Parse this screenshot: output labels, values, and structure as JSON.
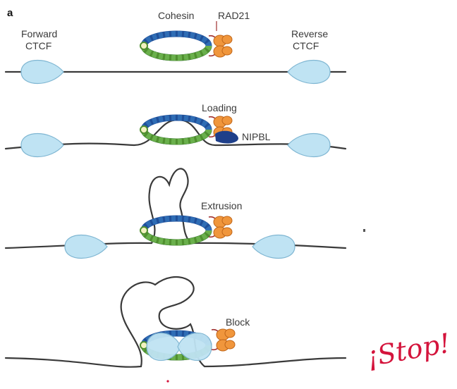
{
  "panel_letter": "a",
  "labels": {
    "cohesin": "Cohesin",
    "rad21": "RAD21",
    "forward_ctcf_1": "Forward",
    "forward_ctcf_2": "CTCF",
    "reverse_ctcf_1": "Reverse",
    "reverse_ctcf_2": "CTCF",
    "loading": "Loading",
    "nipbl": "NIPBL",
    "extrusion": "Extrusion",
    "block": "Block"
  },
  "annotation": {
    "handwritten": "¡Stop!",
    "color": "#d4143c"
  },
  "colors": {
    "ctcf": "#bfe3f3",
    "smc_blue": "#2f6db5",
    "smc_green": "#6ab04c",
    "rad21": "#f0963c",
    "nipbl": "#1e3f8a"
  }
}
